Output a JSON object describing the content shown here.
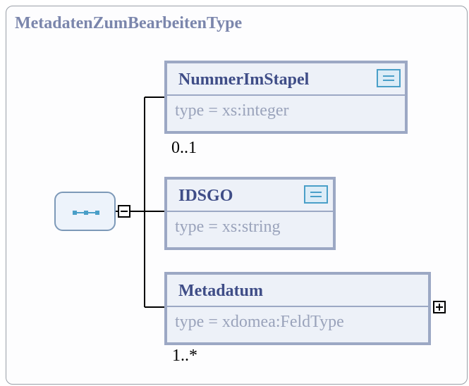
{
  "diagram": {
    "title": "MetadatenZumBearbeitenType",
    "elements": [
      {
        "name": "NummerImStapel",
        "type_label": "type",
        "type_eq": "=",
        "type_value": "xs:integer",
        "cardinality": "0..1",
        "icon": "simple-type-icon"
      },
      {
        "name": "IDSGO",
        "type_label": "type",
        "type_eq": "=",
        "type_value": "xs:string",
        "cardinality": "",
        "icon": "simple-type-icon"
      },
      {
        "name": "Metadatum",
        "type_label": "type",
        "type_eq": "=",
        "type_value": "xdomea:FeldType",
        "cardinality": "1..*",
        "icon": "expand-plus-icon"
      }
    ],
    "sequence": {
      "icon": "sequence-compositor-icon",
      "toggle_icon": "collapse-minus-icon"
    },
    "colors": {
      "title": "#7b86ac",
      "element_name": "#3f4d87",
      "element_border": "#9ca8c4",
      "element_fill": "#edf1f8",
      "type_text": "#9aa3bb",
      "sequence_border": "#7d99b8",
      "icon_accent": "#4a9fc8"
    }
  }
}
